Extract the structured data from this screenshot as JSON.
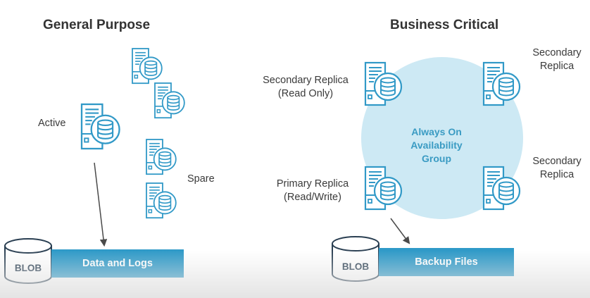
{
  "colors": {
    "accent": "#2f9ac8",
    "circle_fill": "#cde9f4",
    "server_stroke": "#3199c7",
    "arrow": "#4a4a4a",
    "group_text": "#3a9bc3"
  },
  "icons": {
    "server": "server-database-icon",
    "blob": "blob-storage-cylinder-icon"
  },
  "general_purpose": {
    "title": "General Purpose",
    "active_label": "Active",
    "spare_label": "Spare",
    "blob_label": "BLOB",
    "bar_label": "Data and Logs"
  },
  "business_critical": {
    "title": "Business Critical",
    "secondary_readonly_line1": "Secondary Replica",
    "secondary_readonly_line2": "(Read Only)",
    "secondary_tr_line1": "Secondary",
    "secondary_tr_line2": "Replica",
    "secondary_br_line1": "Secondary",
    "secondary_br_line2": "Replica",
    "primary_line1": "Primary Replica",
    "primary_line2": "(Read/Write)",
    "group_line1": "Always On",
    "group_line2": "Availability",
    "group_line3": "Group",
    "blob_label": "BLOB",
    "bar_label": "Backup Files"
  }
}
